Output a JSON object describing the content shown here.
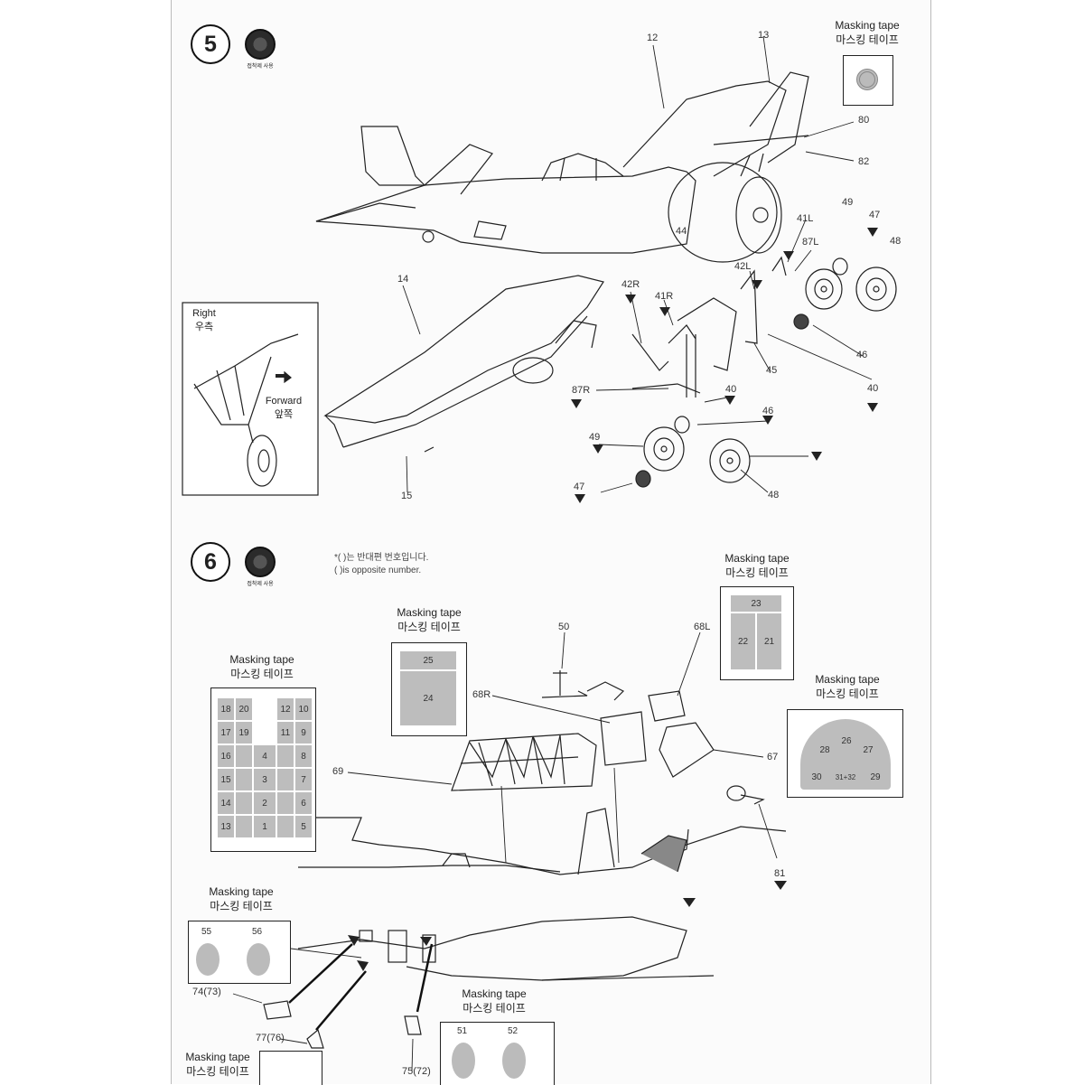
{
  "step5": {
    "number": "5",
    "glue_label": "접착제 사용",
    "masking": {
      "title_en": "Masking tape",
      "title_ko": "마스킹 테이프"
    },
    "inset": {
      "right_en": "Right",
      "right_ko": "우측",
      "forward_en": "Forward",
      "forward_ko": "앞쪽"
    },
    "parts": {
      "p12": "12",
      "p13": "13",
      "p80": "80",
      "p82": "82",
      "p14": "14",
      "p15": "15",
      "p44": "44",
      "p41L": "41L",
      "p87L": "87L",
      "p42L": "42L",
      "p49a": "49",
      "p47a": "47",
      "p48a": "48",
      "p42R": "42R",
      "p41R": "41R",
      "p45": "45",
      "p46a": "46",
      "p40a": "40",
      "p87R": "87R",
      "p40b": "40",
      "p46b": "46",
      "p49b": "49",
      "p47b": "47",
      "p48b": "48"
    }
  },
  "step6": {
    "number": "6",
    "glue_label": "접착제 사용",
    "note_ko": "*(   )는 반대편 번호입니다.",
    "note_en": "(   )is opposite number.",
    "masking": {
      "title_en": "Masking tape",
      "title_ko": "마스킹 테이프"
    },
    "mask_grid_main": [
      [
        "18",
        "20",
        "",
        "12",
        "10"
      ],
      [
        "17",
        "19",
        "",
        "11",
        "9"
      ],
      [
        "16",
        "",
        "4",
        "",
        "8"
      ],
      [
        "15",
        "",
        "3",
        "",
        "7"
      ],
      [
        "14",
        "",
        "2",
        "",
        "6"
      ],
      [
        "13",
        "",
        "1",
        "",
        "5"
      ]
    ],
    "mask_2526": [
      "25",
      "24"
    ],
    "mask_2123": [
      "23",
      "22",
      "21"
    ],
    "mask_round": [
      "26",
      "28",
      "27",
      "30",
      "31+32",
      "29"
    ],
    "mask_5556": [
      "55",
      "56"
    ],
    "mask_5152": [
      "51",
      "52"
    ],
    "parts": {
      "p50": "50",
      "p68L": "68L",
      "p68R": "68R",
      "p69": "69",
      "p67": "67",
      "p81": "81",
      "p74": "74(73)",
      "p77": "77(76)",
      "p75": "75(72)"
    }
  }
}
